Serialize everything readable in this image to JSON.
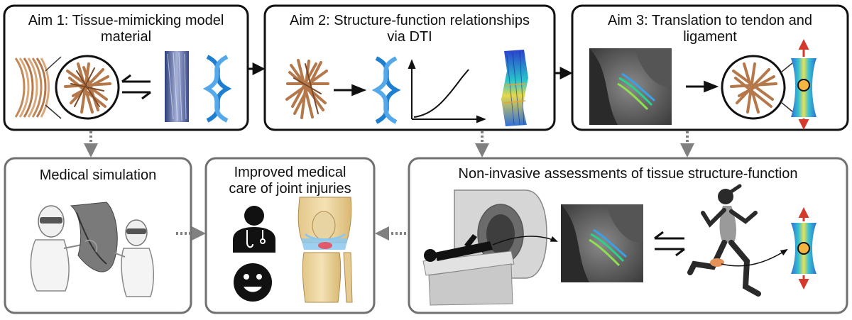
{
  "aims": [
    {
      "title_line1": "Aim 1: Tissue-mimicking model",
      "title_line2": "material"
    },
    {
      "title_line1": "Aim 2: Structure-function relationships",
      "title_line2": "via DTI"
    },
    {
      "title_line1": "Aim 3: Translation to tendon and",
      "title_line2": "ligament"
    }
  ],
  "outcomes": [
    {
      "title_line1": "Medical simulation",
      "title_line2": ""
    },
    {
      "title_line1": "Improved medical",
      "title_line2": "care of joint injuries"
    },
    {
      "title_line1": "Non-invasive assessments of tissue structure-function",
      "title_line2": ""
    }
  ],
  "colors": {
    "aim_border": "#111111",
    "outcome_border": "#707070",
    "dotted_arrow": "#808080",
    "fiber": "#b5784a",
    "dna": "#1e7fd0",
    "stress_arrow": "#d33a2c"
  },
  "icons": [
    "fiber-bundle-icon",
    "collagen-fibers-icon",
    "fabric-sample-icon",
    "dna-helix-icon",
    "stress-strain-curve-icon",
    "dti-tractography-icon",
    "mri-knee-icon",
    "tissue-mesh-icon",
    "simulation-sketch-icon",
    "doctor-icon",
    "smiley-icon",
    "knee-joint-icon",
    "mri-scanner-icon",
    "runner-icon"
  ]
}
